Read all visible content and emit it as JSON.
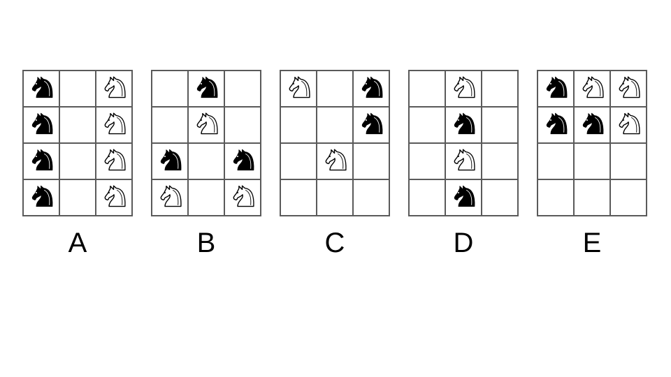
{
  "options": [
    {
      "label": "A",
      "grid": [
        [
          "black",
          "",
          "white"
        ],
        [
          "black",
          "",
          "white"
        ],
        [
          "black",
          "",
          "white"
        ],
        [
          "black",
          "",
          "white"
        ]
      ]
    },
    {
      "label": "B",
      "grid": [
        [
          "",
          "black",
          ""
        ],
        [
          "",
          "white",
          ""
        ],
        [
          "black",
          "",
          "black"
        ],
        [
          "white",
          "",
          "white"
        ]
      ]
    },
    {
      "label": "C",
      "grid": [
        [
          "white",
          "",
          "black"
        ],
        [
          "",
          "",
          "black"
        ],
        [
          "",
          "white",
          ""
        ],
        [
          "",
          "",
          ""
        ]
      ]
    },
    {
      "label": "D",
      "grid": [
        [
          "",
          "white",
          ""
        ],
        [
          "",
          "black",
          ""
        ],
        [
          "",
          "white",
          ""
        ],
        [
          "",
          "black",
          ""
        ]
      ]
    },
    {
      "label": "E",
      "grid": [
        [
          "black",
          "white",
          "white"
        ],
        [
          "black",
          "black",
          "white"
        ],
        [
          "",
          "",
          ""
        ],
        [
          "",
          "",
          ""
        ]
      ]
    }
  ],
  "colors": {
    "black_knight": "#000000",
    "white_knight": "#ffffff",
    "grid_line": "#5a5a5a"
  },
  "icons": {
    "black": "black-knight-icon",
    "white": "white-knight-icon"
  }
}
